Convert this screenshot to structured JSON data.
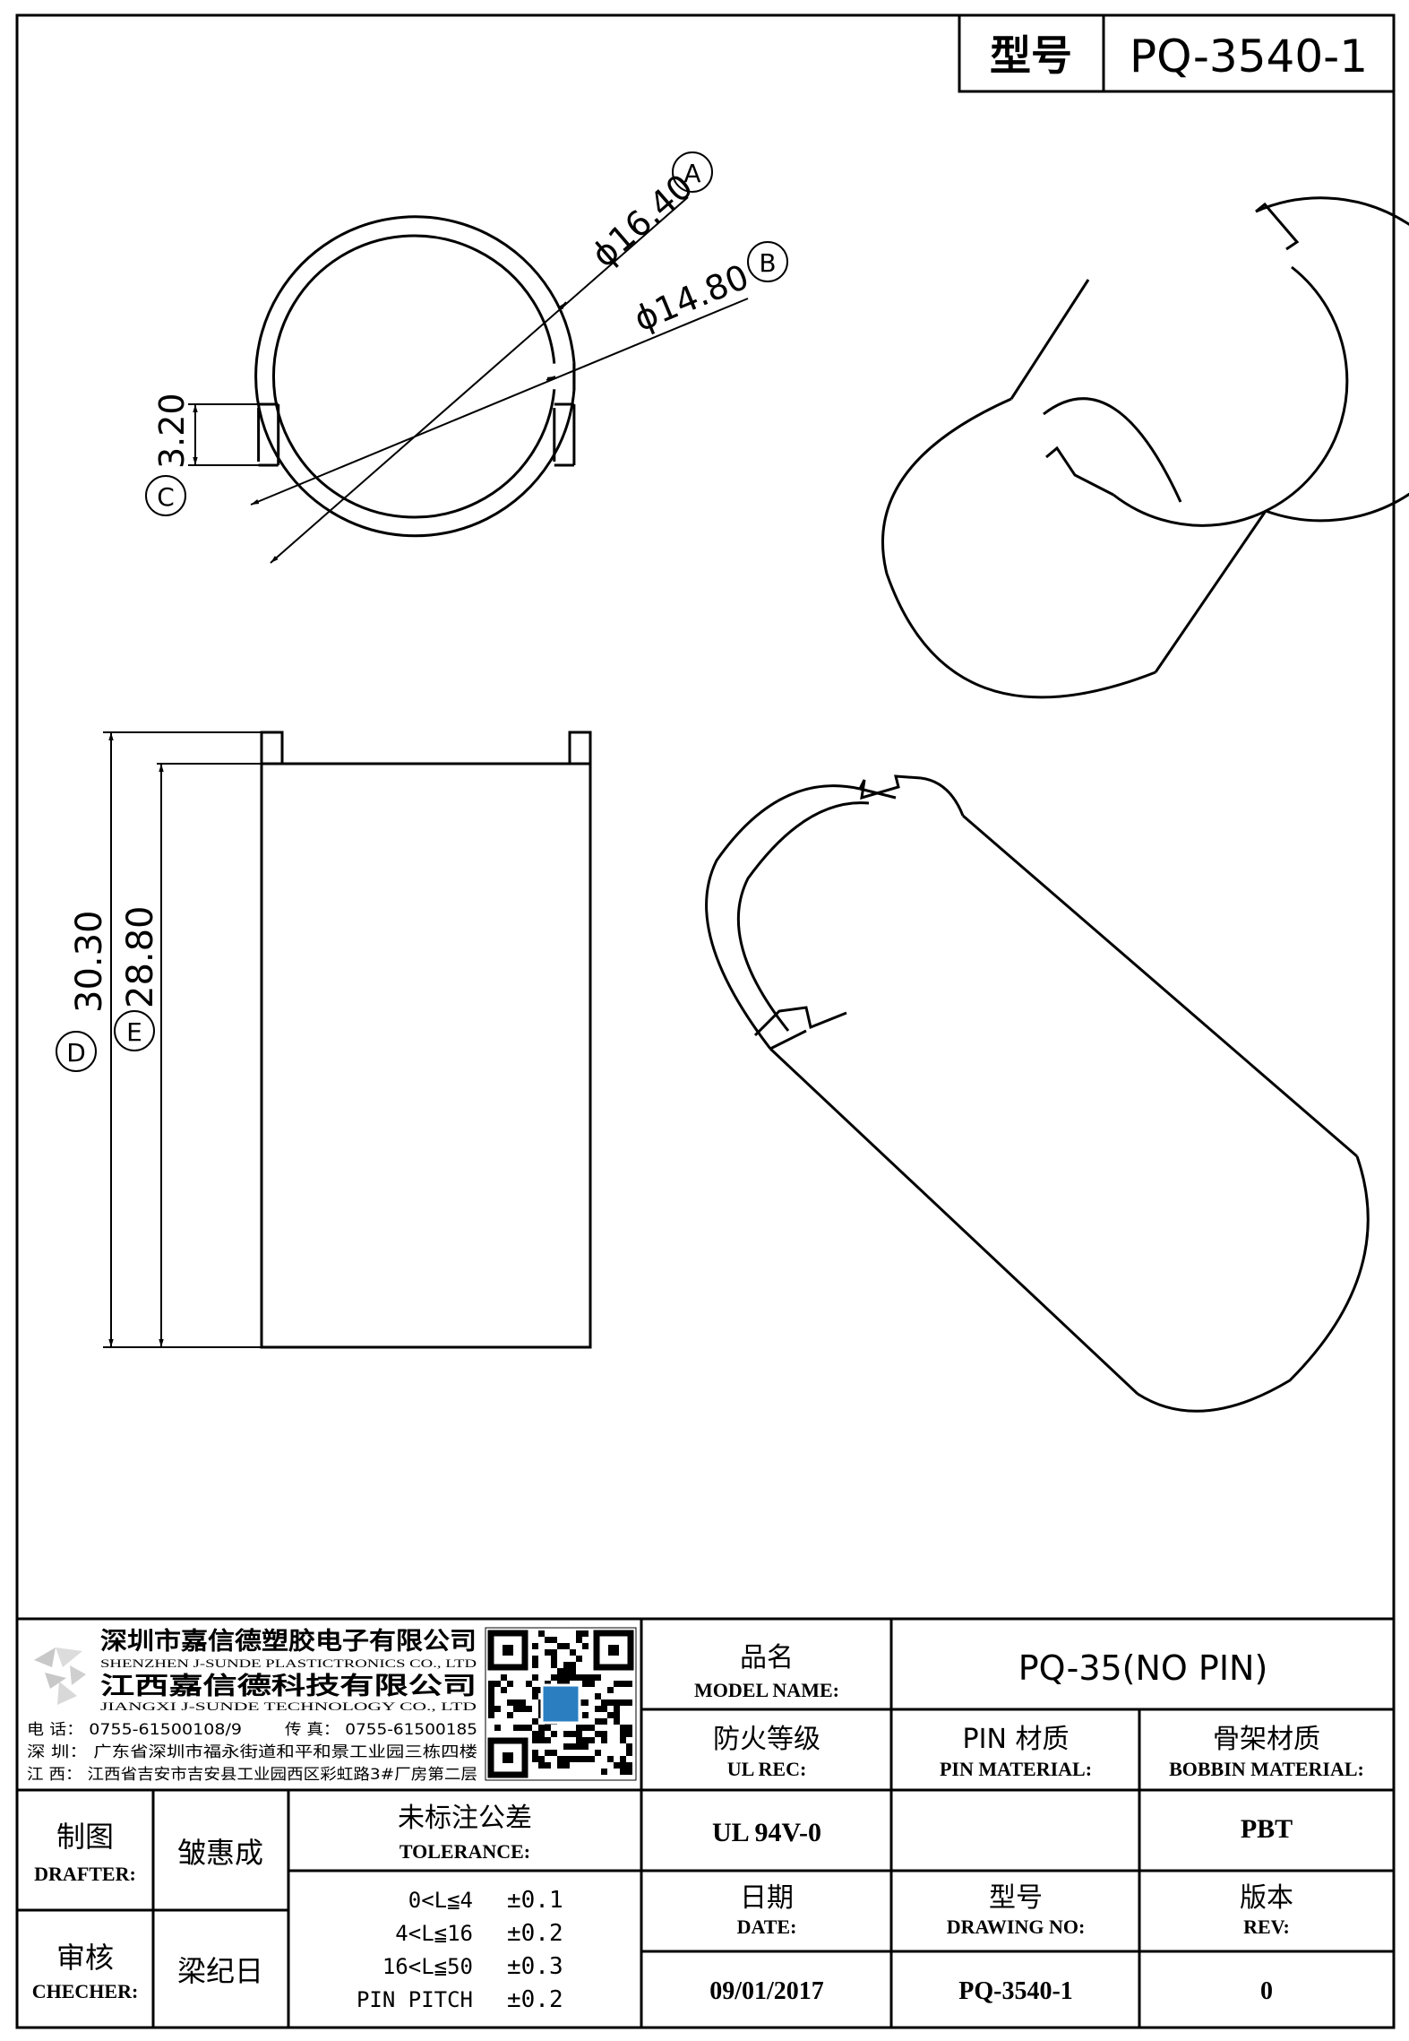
{
  "header": {
    "model_label": "型号",
    "model_value": "PQ-3540-1"
  },
  "drawing": {
    "top_view": {
      "dia_outer": "ϕ16.40",
      "dia_inner": "ϕ14.80",
      "slot_width": "3.20",
      "marker_a": "A",
      "marker_b": "B",
      "marker_c": "C"
    },
    "side_view": {
      "height_total": "30.30",
      "height_body": "28.80",
      "marker_d": "D",
      "marker_e": "E"
    }
  },
  "title_block": {
    "company": {
      "name_cn_1": "深圳市嘉信德塑胶电子有限公司",
      "name_en_1": "SHENZHEN J-SUNDE PLASTICTRONICS CO., LTD",
      "name_cn_2": "江西嘉信德科技有限公司",
      "name_en_2": "JIANGXI J-SUNDE TECHNOLOGY CO., LTD",
      "phone": "电 话： 0755-61500108/9",
      "fax": "传 真： 0755-61500185",
      "addr_sz": "深 圳： 广东省深圳市福永街道和平和景工业园三栋四楼",
      "addr_jx": "江 西： 江西省吉安市吉安县工业园西区彩虹路3#厂房第二层"
    },
    "model_name": {
      "cn": "品名",
      "en": "MODEL NAME:",
      "value": "PQ-35(NO PIN)"
    },
    "ul_rec": {
      "cn": "防火等级",
      "en": "UL REC:",
      "value": "UL 94V-0"
    },
    "pin_material": {
      "cn": "PIN 材质",
      "en": "PIN MATERIAL:",
      "value": ""
    },
    "bobbin_material": {
      "cn": "骨架材质",
      "en": "BOBBIN MATERIAL:",
      "value": "PBT"
    },
    "drafter": {
      "cn": "制图",
      "en": "DRAFTER:",
      "value": "皱惠成"
    },
    "checker": {
      "cn": "审核",
      "en": "CHECHER:",
      "value": "梁纪日"
    },
    "tolerance": {
      "cn": "未标注公差",
      "en": "TOLERANCE:",
      "rows": [
        {
          "range": "0<L≦4",
          "value": "±0.1"
        },
        {
          "range": "4<L≦16",
          "value": "±0.2"
        },
        {
          "range": "16<L≦50",
          "value": "±0.3"
        },
        {
          "range": "PIN PITCH",
          "value": "±0.2"
        }
      ]
    },
    "date": {
      "cn": "日期",
      "en": "DATE:",
      "value": "09/01/2017"
    },
    "drawing_no": {
      "cn": "型号",
      "en": "DRAWING NO:",
      "value": "PQ-3540-1"
    },
    "rev": {
      "cn": "版本",
      "en": "REV:",
      "value": "0"
    }
  }
}
